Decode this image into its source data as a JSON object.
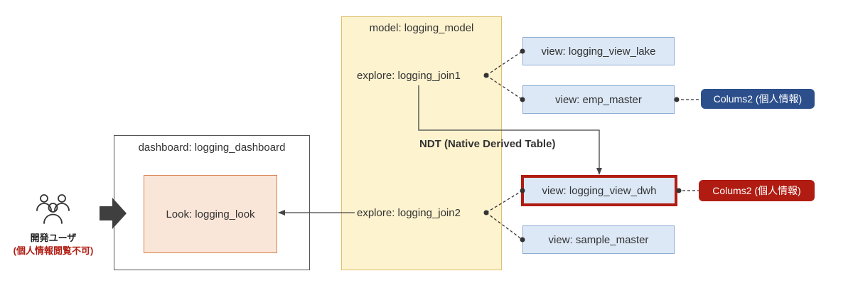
{
  "model": {
    "title": "model: logging_model",
    "explore1": "explore: logging_join1",
    "explore2": "explore: logging_join2"
  },
  "dashboard": {
    "title": "dashboard: logging_dashboard",
    "look": "Look: logging_look"
  },
  "views": {
    "lake": "view: logging_view_lake",
    "emp": "view: emp_master",
    "dwh": "view: logging_view_dwh",
    "sample": "view: sample_master"
  },
  "columns": {
    "emp": "Colums2 (個人情報)",
    "dwh": "Colums2 (個人情報)"
  },
  "ndt_label": "NDT (Native Derived Table)",
  "user": {
    "name": "開発ユーザ",
    "note": "(個人情報閲覧不可)"
  },
  "colors": {
    "highlight": "#b01c12",
    "pill_blue": "#2c4f8c",
    "model_fill": "#fdf3cf",
    "view_fill": "#dce8f6",
    "look_fill": "#fae6d8"
  }
}
